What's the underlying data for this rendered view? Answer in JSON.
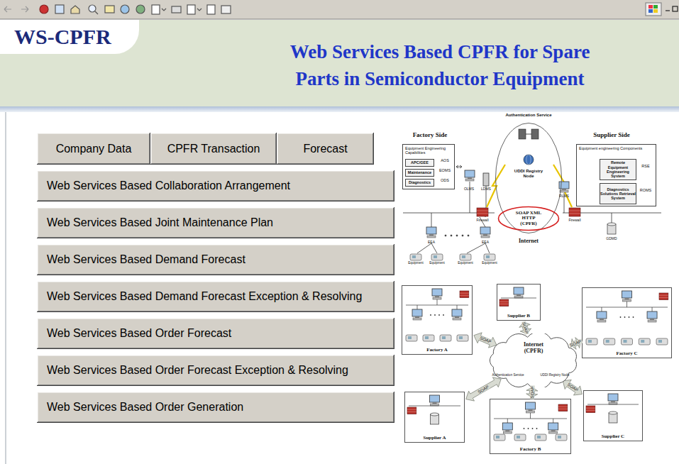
{
  "diagram": {
    "title": "Web Services Based CPFR for Spare Parts in Semiconductor Equipment",
    "nodes": [
      {
        "text": [
          "WS-CPFR"
        ]
      },
      {
        "text": [
          "Company Data"
        ]
      },
      {
        "text": [
          "CPFR Transaction"
        ]
      },
      {
        "text": [
          "Forecast"
        ]
      },
      {
        "text": [
          "Web Services Based Collaboration Arrangement"
        ]
      },
      {
        "text": [
          "Web Services Based Joint Maintenance Plan"
        ]
      },
      {
        "text": [
          "Web Services Based Demand Forecast"
        ]
      },
      {
        "text": [
          "Web Services Based Demand Forecast Exception & Resolving"
        ]
      },
      {
        "text": [
          "Web Services Based Order Forecast"
        ]
      },
      {
        "text": [
          "Web Services Based Order Forecast Exception & Resolving"
        ]
      },
      {
        "text": [
          "Web Services Based Order Generation"
        ]
      },
      {
        "text": [
          "Equipment Engineering Capabilities"
        ]
      },
      {
        "text": [
          "APC/GEE"
        ],
        "in": 11
      },
      {
        "text": [
          "Maintenance"
        ],
        "in": 11
      },
      {
        "text": [
          "Diagnostics"
        ],
        "in": 11
      },
      {
        "text": [
          "UDDI Registry Node"
        ]
      },
      {
        "text": [
          "SOAP XML HTTP (CPFR)"
        ],
        "in": 15
      },
      {
        "text": [
          "Equipment engineering Components"
        ]
      },
      {
        "text": [
          "Remote Equipment Engineering System"
        ],
        "in": 17
      },
      {
        "text": [
          "Diagnostics Solutions Retrieval System"
        ],
        "in": 17
      },
      {
        "text": [
          "Factory A"
        ]
      },
      {
        "text": [
          "Supplier B"
        ]
      },
      {
        "text": [
          "Factory C"
        ]
      },
      {
        "text": [
          "Internet (CPFR)"
        ]
      },
      {
        "text": [
          "Supplier A"
        ]
      },
      {
        "text": [
          "Factory B"
        ]
      },
      {
        "text": [
          "Supplier C"
        ]
      }
    ],
    "edges": [
      {
        "from": 20,
        "to": 23,
        "label": "SOAP",
        "arrow": "both"
      },
      {
        "from": 21,
        "to": 23,
        "label": "SOAP",
        "arrow": "both"
      },
      {
        "from": 22,
        "to": 23,
        "label": "SOAP",
        "arrow": "both"
      },
      {
        "from": 24,
        "to": 23,
        "label": "SOAP",
        "arrow": "both"
      },
      {
        "from": 25,
        "to": 23,
        "label": "SOAP",
        "arrow": "both"
      },
      {
        "from": 26,
        "to": 23,
        "label": "SOAP",
        "arrow": "both"
      }
    ],
    "labels": [
      "Authentication Service",
      "Factory Side",
      "Supplier Side",
      "AOS",
      "EOMS",
      "ODS",
      "OLMS",
      "LDMS",
      "Firewall",
      "Firewall",
      "EEA",
      "EEA",
      "Equipment",
      "Equipment",
      "Equipment",
      "Equipment",
      "Internet",
      "RSE",
      "ROMS",
      "RLMS",
      "GDMD",
      "Authentication Service",
      "UDDI Registry Node"
    ]
  }
}
